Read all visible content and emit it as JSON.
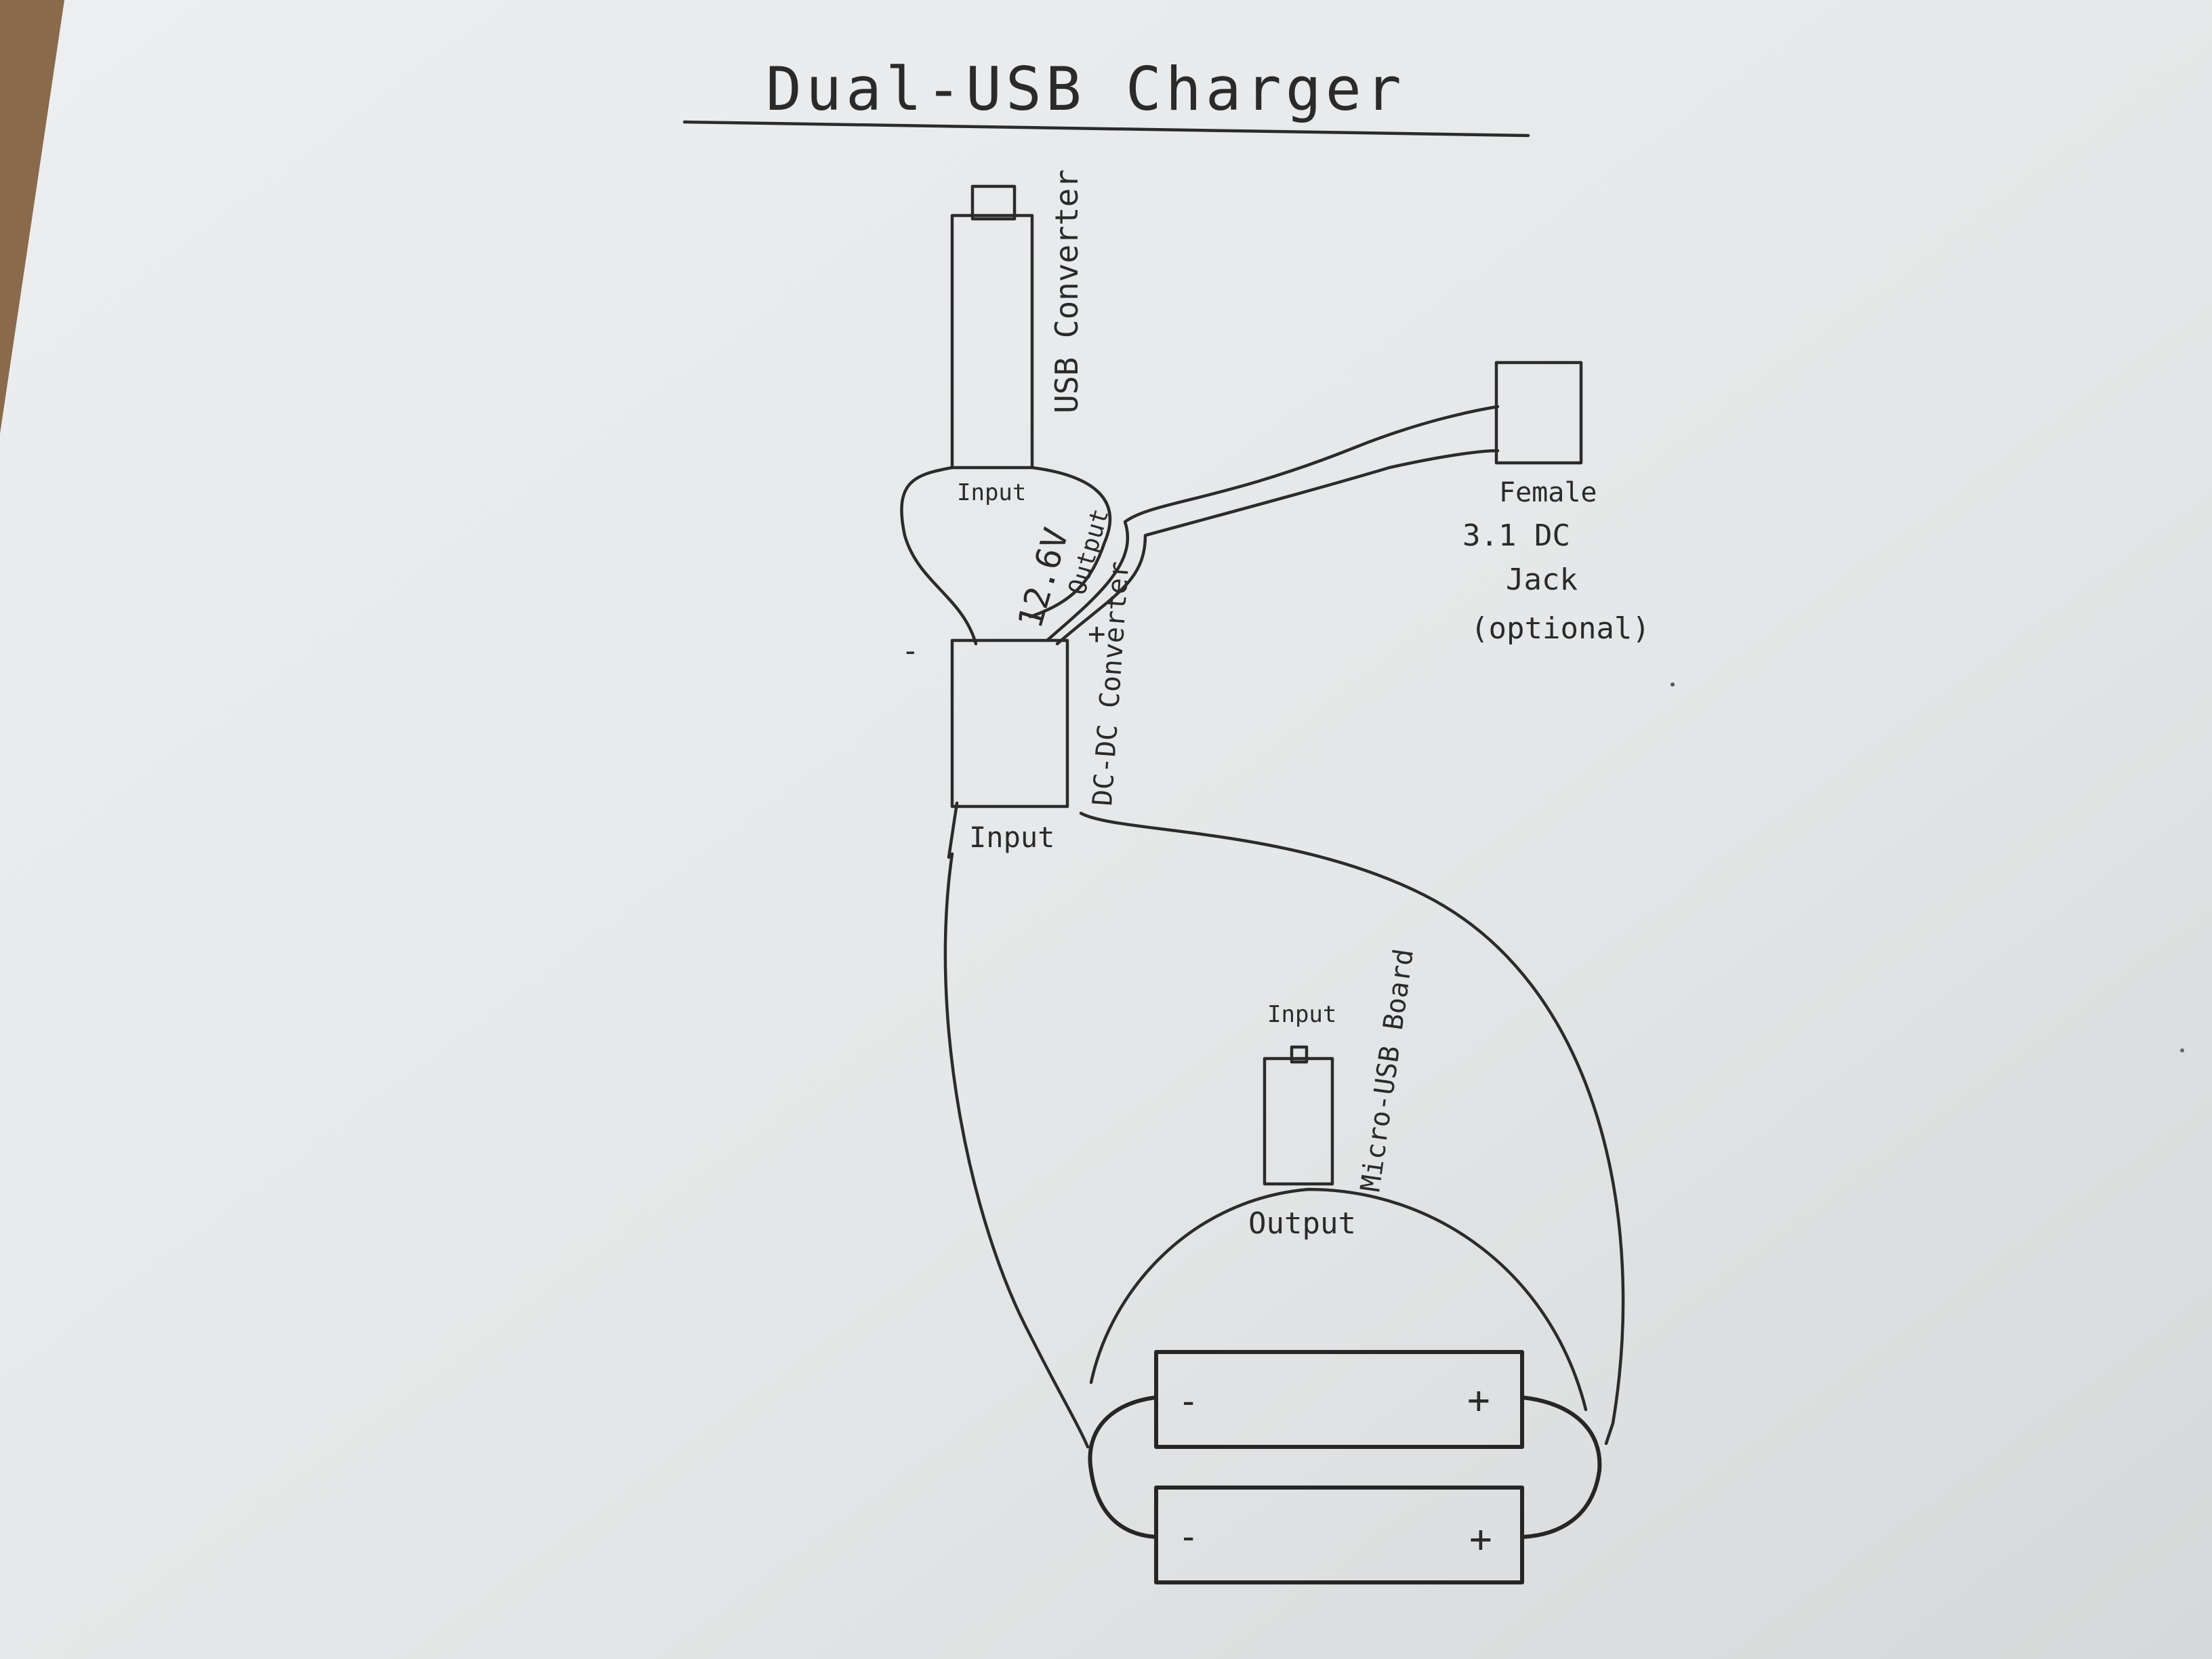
{
  "diagram": {
    "title": "Dual-USB Charger",
    "usb_converter": {
      "label": "USB Converter",
      "input_label": "Input",
      "output_label": "Output",
      "voltage_label": "12.6V"
    },
    "dcdc_converter": {
      "label": "DC-DC Converter",
      "input_label": "Input",
      "minus_sign": "-",
      "plus_sign": "+"
    },
    "dc_jack": {
      "line1": "Female",
      "line2": "3.1 DC",
      "line3": "Jack",
      "line4": "(optional)"
    },
    "micro_usb_board": {
      "label": "Micro-USB Board",
      "input_label": "Input",
      "output_label": "Output"
    },
    "batteries": [
      {
        "minus": "-",
        "plus": "+"
      },
      {
        "minus": "-",
        "plus": "+"
      }
    ]
  },
  "colors": {
    "paper": "#e7e9ea",
    "ink": "#2b2b2b",
    "desk": "#8a6a4a"
  }
}
